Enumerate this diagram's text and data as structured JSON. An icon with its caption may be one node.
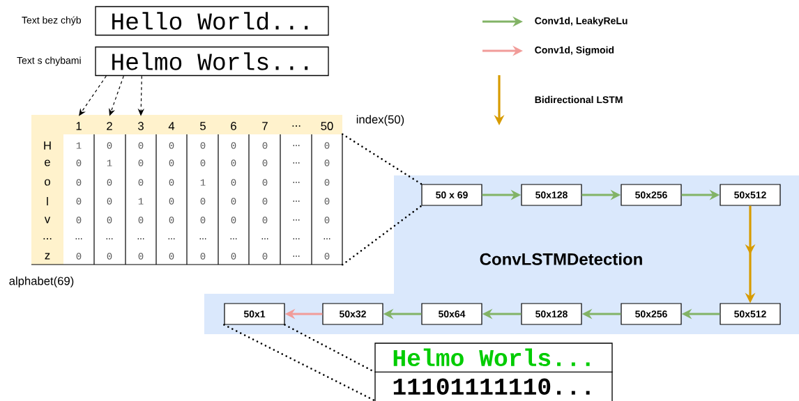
{
  "diagram": {
    "nodes": [
      {
        "text": [
          "Hello World..."
        ],
        "beside": [
          "Text bez chýb"
        ]
      },
      {
        "text": [
          "Helmo Worls..."
        ],
        "beside": [
          "Text s chybami"
        ]
      },
      {
        "text": [],
        "shape": "box"
      },
      {
        "text": [
          "1"
        ],
        "in": 2
      },
      {
        "text": [
          "2"
        ],
        "in": 2
      },
      {
        "text": [
          "3"
        ],
        "in": 2
      },
      {
        "text": [
          "ConvLSTMDetection"
        ]
      },
      {
        "text": [
          "50 x 69"
        ],
        "in": 6
      },
      {
        "text": [
          "50x128"
        ],
        "in": 6
      },
      {
        "text": [
          "50x256"
        ],
        "in": 6
      },
      {
        "text": [
          "50x512"
        ],
        "in": 6
      },
      {
        "text": [
          "50x1"
        ],
        "in": 6
      },
      {
        "text": [
          "50x32"
        ],
        "in": 6
      },
      {
        "text": [
          "50x64"
        ],
        "in": 6
      },
      {
        "text": [
          "50x128"
        ],
        "in": 6
      },
      {
        "text": [
          "50x256"
        ],
        "in": 6
      },
      {
        "text": [
          "50x512"
        ],
        "in": 6
      },
      {
        "text": [
          "Helmo Worls...",
          "11101111110..."
        ]
      }
    ],
    "edges": [
      {
        "from": 1,
        "to": 3,
        "arrow": "to",
        "style": "dashed"
      },
      {
        "from": 1,
        "to": 4,
        "arrow": "to",
        "style": "dashed"
      },
      {
        "from": 1,
        "to": 5,
        "arrow": "to",
        "style": "dashed"
      },
      {
        "from": 2,
        "to": 7,
        "arrow": "none",
        "style": "dashed"
      },
      {
        "from": 2,
        "to": 7,
        "arrow": "none",
        "style": "dashed"
      },
      {
        "from": 7,
        "to": 8,
        "arrow": "to",
        "color": "#82b366"
      },
      {
        "from": 8,
        "to": 9,
        "arrow": "to",
        "color": "#82b366"
      },
      {
        "from": 9,
        "to": 10,
        "arrow": "to",
        "color": "#82b366"
      },
      {
        "from": 10,
        "to": 16,
        "arrow": "to",
        "color": "#d79b00"
      },
      {
        "from": 16,
        "to": 15,
        "arrow": "to",
        "color": "#82b366"
      },
      {
        "from": 15,
        "to": 14,
        "arrow": "to",
        "color": "#82b366"
      },
      {
        "from": 14,
        "to": 13,
        "arrow": "to",
        "color": "#82b366"
      },
      {
        "from": 13,
        "to": 12,
        "arrow": "to",
        "color": "#82b366"
      },
      {
        "from": 12,
        "to": 11,
        "arrow": "to",
        "color": "#f19c99"
      },
      {
        "from": 11,
        "to": 17,
        "arrow": "none",
        "style": "dashed"
      },
      {
        "from": 11,
        "to": 17,
        "arrow": "none",
        "style": "dashed"
      }
    ],
    "labels": [
      "4",
      "5",
      "6",
      "7",
      "...",
      "50",
      "index(50)",
      "H",
      "1",
      "0",
      "0",
      "0",
      "0",
      "0",
      "0",
      "...",
      "0",
      "e",
      "0",
      "1",
      "0",
      "0",
      "0",
      "0",
      "0",
      "...",
      "0",
      "o",
      "0",
      "0",
      "0",
      "0",
      "1",
      "0",
      "0",
      "...",
      "0",
      "l",
      "0",
      "0",
      "1",
      "0",
      "0",
      "0",
      "0",
      "...",
      "0",
      "v",
      "0",
      "0",
      "0",
      "0",
      "0",
      "0",
      "0",
      "...",
      "0",
      "...",
      "...",
      "...",
      "...",
      "...",
      "...",
      "...",
      "...",
      "...",
      "...",
      "z",
      "0",
      "0",
      "0",
      "0",
      "0",
      "0",
      "0",
      "...",
      "0",
      "alphabet(69)"
    ],
    "legend": [
      {
        "text": "Conv1d, LeakyReLu"
      },
      {
        "text": "Conv1d, Sigmoid"
      },
      {
        "text": "Bidirectional LSTM"
      }
    ]
  }
}
